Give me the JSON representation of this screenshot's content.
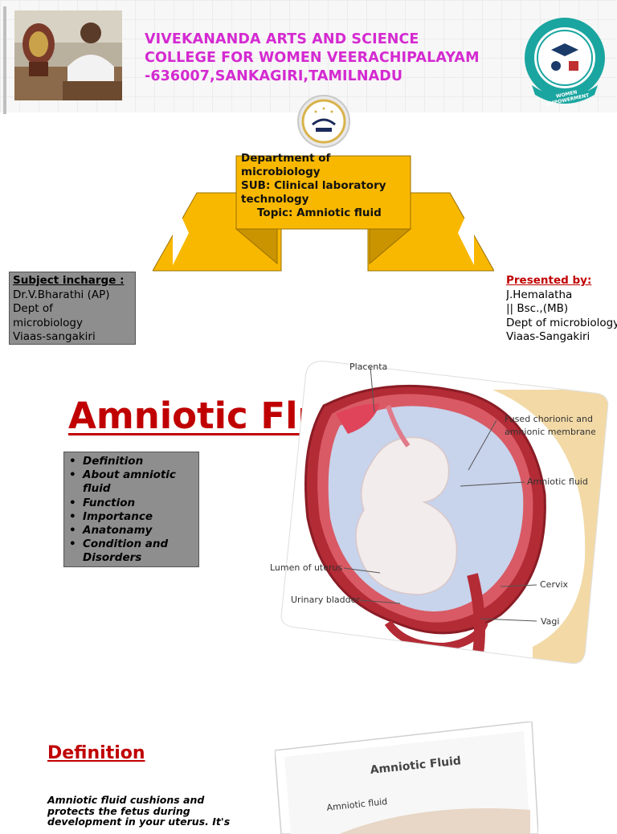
{
  "header": {
    "college_lines": [
      "VIVEKANANDA ARTS AND SCIENCE",
      "COLLEGE FOR WOMEN VEERACHIPALAYAM",
      "-636007,SANKAGIRI,TAMILNADU"
    ],
    "logo_text_right": "WOMEN EMPOWERMENT"
  },
  "banner": {
    "lines": [
      "Department of",
      "microbiology",
      "SUB: Clinical laboratory",
      "technology",
      "Topic: Amniotic fluid"
    ]
  },
  "incharge": {
    "title": "Subject incharge :",
    "lines": [
      "Dr.V.Bharathi (AP)",
      "Dept of",
      "microbiology",
      "Viaas-sangakiri"
    ]
  },
  "presented": {
    "title": "Presented by:",
    "lines": [
      "J.Hemalatha",
      "|| Bsc.,(MB)",
      "Dept of microbiology",
      "Viaas-Sangakiri"
    ]
  },
  "title": "Amniotic Fluid",
  "toc": {
    "bullet": "•",
    "items": [
      "Definition",
      "About amniotic fluid",
      "Function",
      "Importance",
      "Anatonamy",
      "Condition and Disorders"
    ]
  },
  "anatomy": {
    "labels": {
      "placenta": "Placenta",
      "membrane_1": "Fused chorionic and",
      "membrane_2": "amnionic membrane",
      "amniotic_fluid": "Amniotic fluid",
      "lumen": "Lumen of uterus",
      "cervix": "Cervix",
      "bladder": "Urinary bladder",
      "vagina": "Vagina"
    }
  },
  "definition": {
    "heading": "Definition",
    "text": "Amniotic fluid cushions and protects the fetus during development in your uterus. It's"
  },
  "fluid_card": {
    "title": "Amniotic Fluid",
    "label": "Amniotic fluid"
  },
  "colors": {
    "heading_red": "#c00000",
    "college_magenta": "#d42ad1",
    "banner_gold": "#f9b800",
    "box_gray": "#8e8e8e"
  }
}
